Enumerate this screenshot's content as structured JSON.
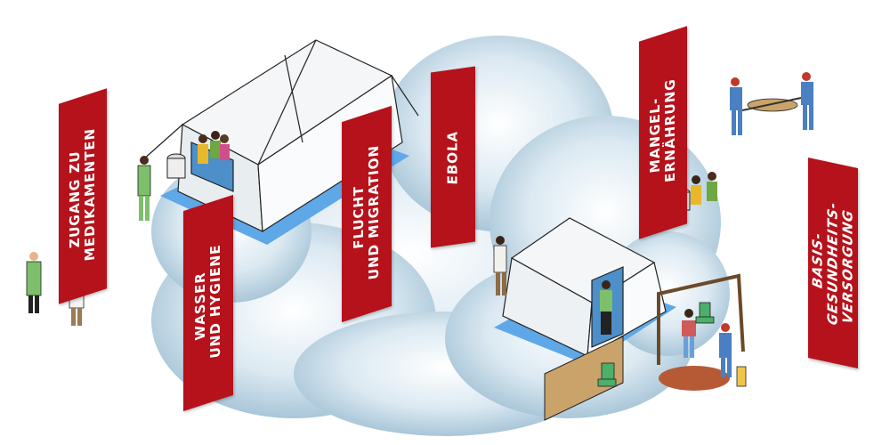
{
  "banners": {
    "zugang": "ZUGANG ZU\nMEDIKAMENTEN",
    "wasser": "WASSER\nUND HYGIENE",
    "flucht": "FLUCHT\nUND MIGRATION",
    "ebola": "EBOLA",
    "mangel": "MANGEL-\nERNÄHRUNG",
    "basis": "BASIS-\nGESUNDHEITS-\nVERSORGUNG"
  },
  "colors": {
    "banner": "#b5121b",
    "cloud": "#d6e6ef",
    "tent": "#ffffff",
    "floor": "#7fb8e6",
    "staff": "#7dbf6a"
  }
}
